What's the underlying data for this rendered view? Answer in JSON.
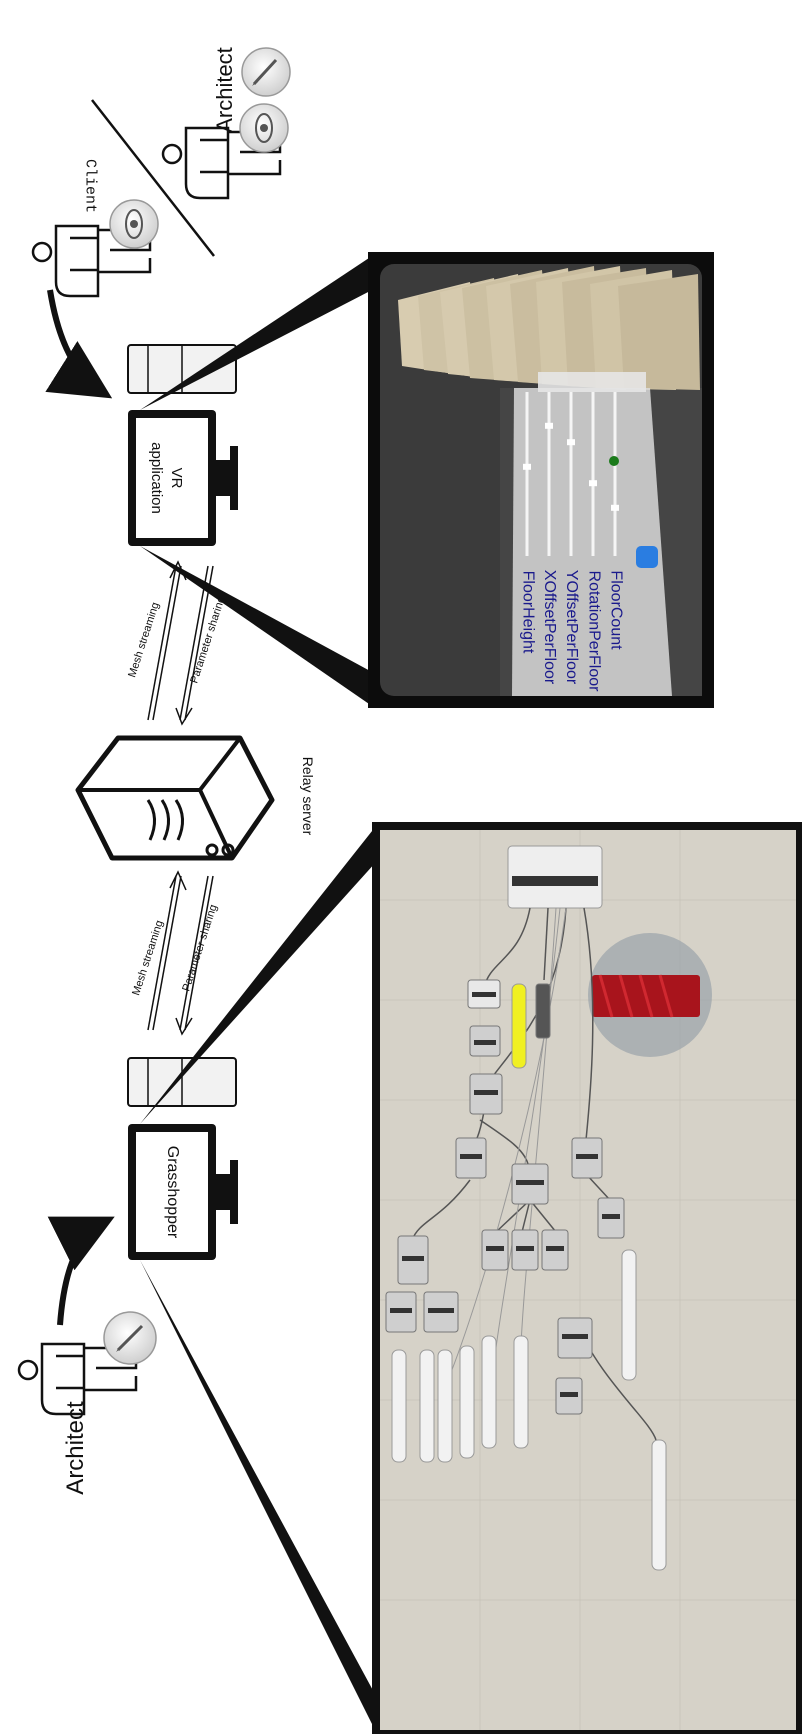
{
  "actors": {
    "architect_bottom": "Architect",
    "architect_top": "Architect",
    "client": "Client"
  },
  "devices": {
    "grasshopper_screen": "Grasshopper",
    "vr_screen_line1": "VR",
    "vr_screen_line2": "application"
  },
  "server": {
    "label": "Relay server"
  },
  "links": {
    "left_mesh": "Mesh streaming",
    "left_param": "Parameter sharing",
    "right_mesh": "Mesh streaming",
    "right_param": "Parameter sharing"
  },
  "vr_panel": {
    "parameters": [
      "FloorHeight",
      "XOffsetPerFloor",
      "YOffsetPerFloor",
      "RotationPerFloor",
      "FloorCount"
    ],
    "slider_levels": [
      0.55,
      0.8,
      0.7,
      0.45,
      0.3
    ],
    "text_color": "#1a1a8c"
  },
  "icons": {
    "eye": "eye-icon",
    "pencil": "pencil-icon"
  }
}
